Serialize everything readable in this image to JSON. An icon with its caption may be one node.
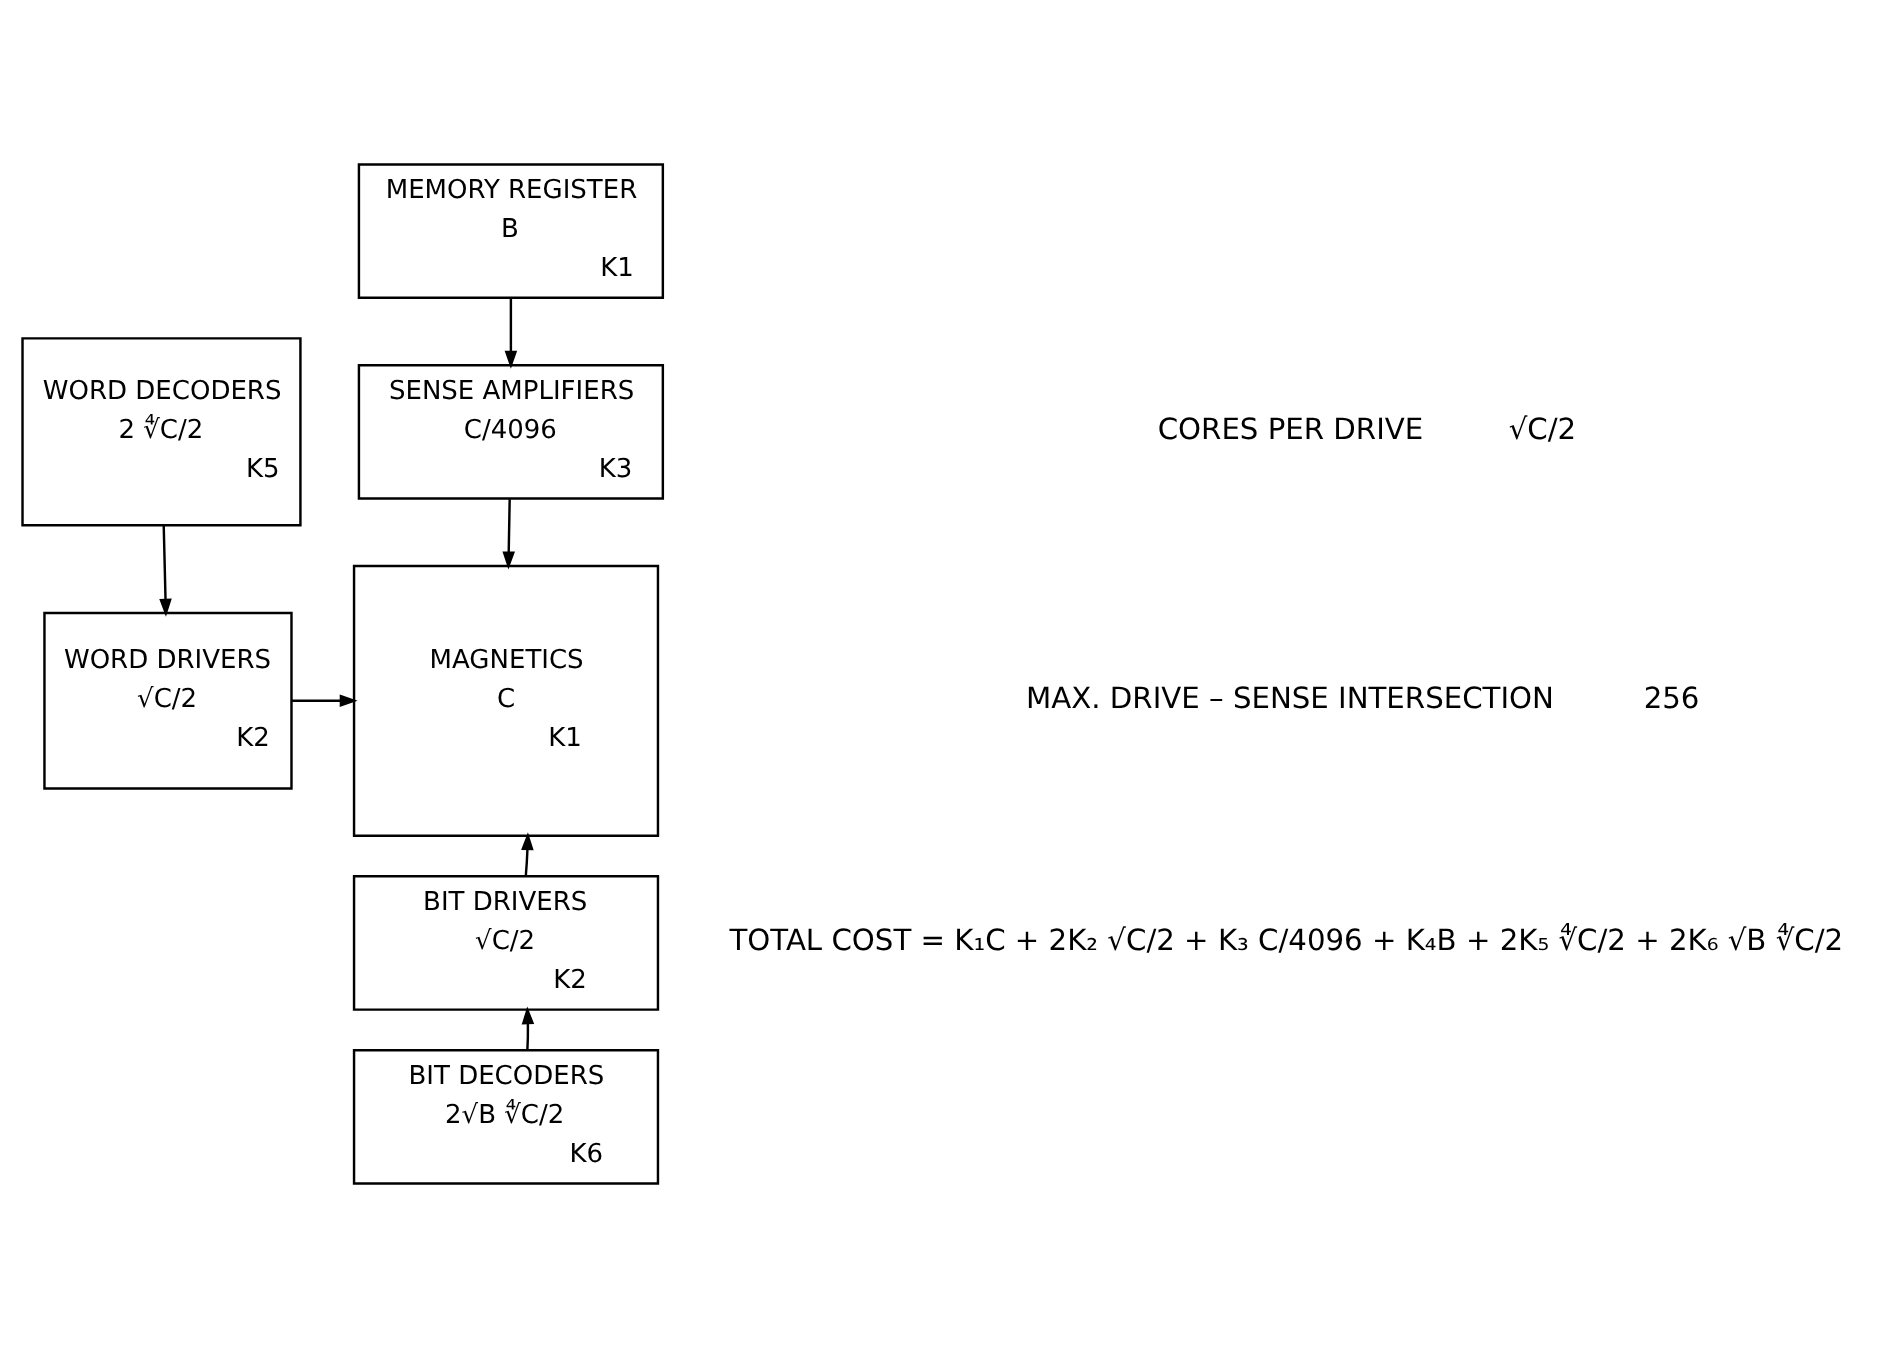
{
  "diagram": {
    "nodes": [
      {
        "text": [
          "MEMORY REGISTER",
          "B",
          "K1"
        ]
      },
      {
        "text": [
          "SENSE AMPLIFIERS",
          "C/4096",
          "K3"
        ]
      },
      {
        "text": [
          "WORD DECODERS",
          "2 ∜C/2",
          "K5"
        ]
      },
      {
        "text": [
          "WORD DRIVERS",
          "√C/2",
          "K2"
        ]
      },
      {
        "text": [
          "MAGNETICS",
          "C",
          "K1"
        ]
      },
      {
        "text": [
          "BIT DRIVERS",
          "√C/2",
          "K2"
        ]
      },
      {
        "text": [
          "BIT DECODERS",
          "2√B ∜C/2",
          "K6"
        ]
      }
    ],
    "edges": [
      {
        "from": 0,
        "to": 1,
        "arrow": "to"
      },
      {
        "from": 1,
        "to": 4,
        "arrow": "to"
      },
      {
        "from": 2,
        "to": 3,
        "arrow": "to"
      },
      {
        "from": 3,
        "to": 4,
        "arrow": "to"
      },
      {
        "from": 5,
        "to": 4,
        "arrow": "to"
      },
      {
        "from": 6,
        "to": 5,
        "arrow": "to"
      }
    ],
    "labels": [
      "CORES PER DRIVE",
      "√C/2",
      "MAX. DRIVE – SENSE INTERSECTION",
      "256",
      "TOTAL COST = K₁C + 2K₂ √C/2 + K₃ C/4096 + K₄B + 2K₅ ∜C/2 + 2K₆ √B ∜C/2"
    ]
  }
}
